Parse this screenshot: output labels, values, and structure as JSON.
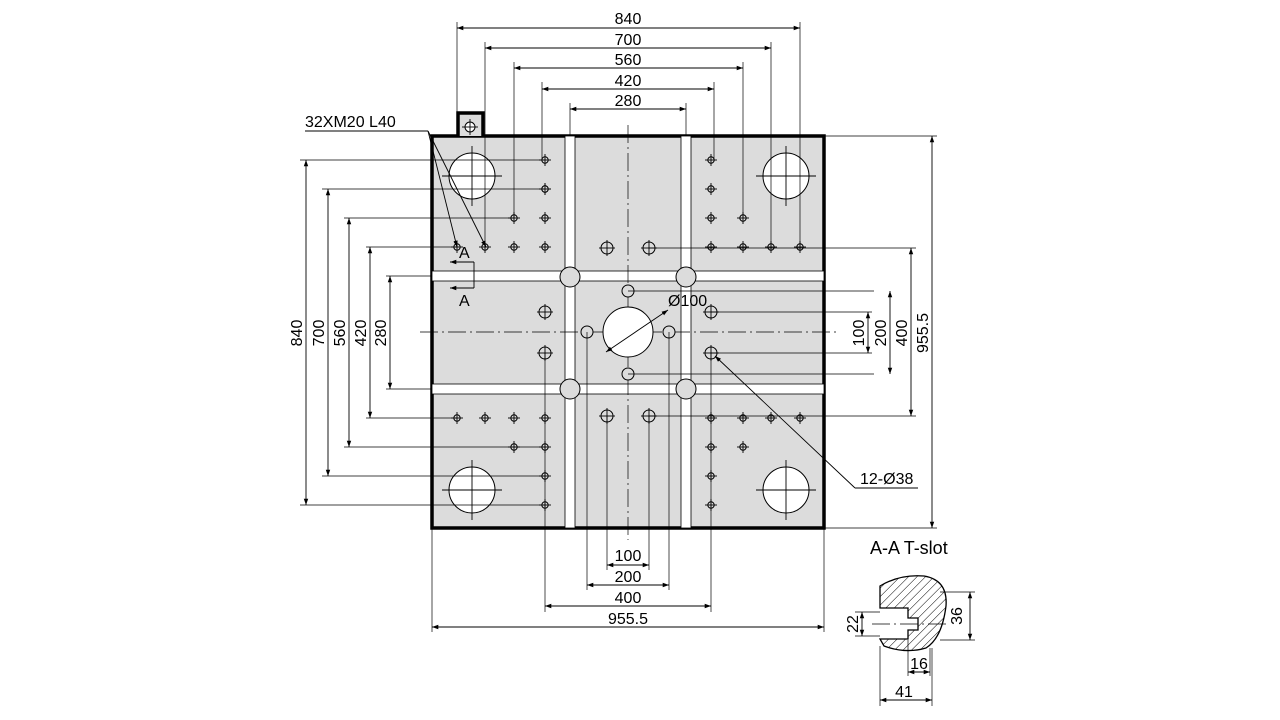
{
  "dims_top": [
    "840",
    "700",
    "560",
    "420",
    "280"
  ],
  "dims_left": [
    "840",
    "700",
    "560",
    "420",
    "280"
  ],
  "dims_right": [
    "100",
    "200",
    "400",
    "955.5"
  ],
  "dims_bottom": [
    "100",
    "200",
    "400",
    "955.5"
  ],
  "callouts": {
    "screw_holes": "32XM20 L40",
    "center_hole": "Ø100",
    "holes_38": "12-Ø38",
    "section_mark": "A"
  },
  "section": {
    "title": "A-A T-slot",
    "dim_22": "22",
    "dim_36": "36",
    "dim_16": "16",
    "dim_41": "41"
  }
}
